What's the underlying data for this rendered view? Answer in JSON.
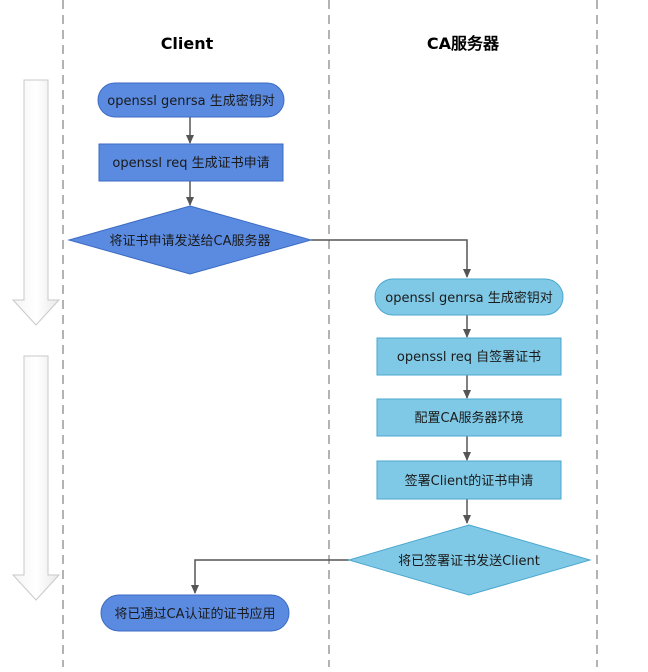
{
  "lanes": {
    "client": "Client",
    "ca": "CA服务器"
  },
  "nodes": {
    "n1": "openssl genrsa 生成密钥对",
    "n2": "openssl req 生成证书申请",
    "n3": "将证书申请发送给CA服务器",
    "n4": "openssl genrsa 生成密钥对",
    "n5": "openssl req 自签署证书",
    "n6": "配置CA服务器环境",
    "n7": "签署Client的证书申请",
    "n8": "将已签署证书发送Client",
    "n9": "将已通过CA认证的证书应用"
  },
  "colors": {
    "client_fill": "#5b8be0",
    "client_stroke": "#3c6bc4",
    "ca_fill": "#80c9e6",
    "ca_stroke": "#4aa7cf",
    "connector": "#555555",
    "lane_divider": "#9a9a9a"
  }
}
